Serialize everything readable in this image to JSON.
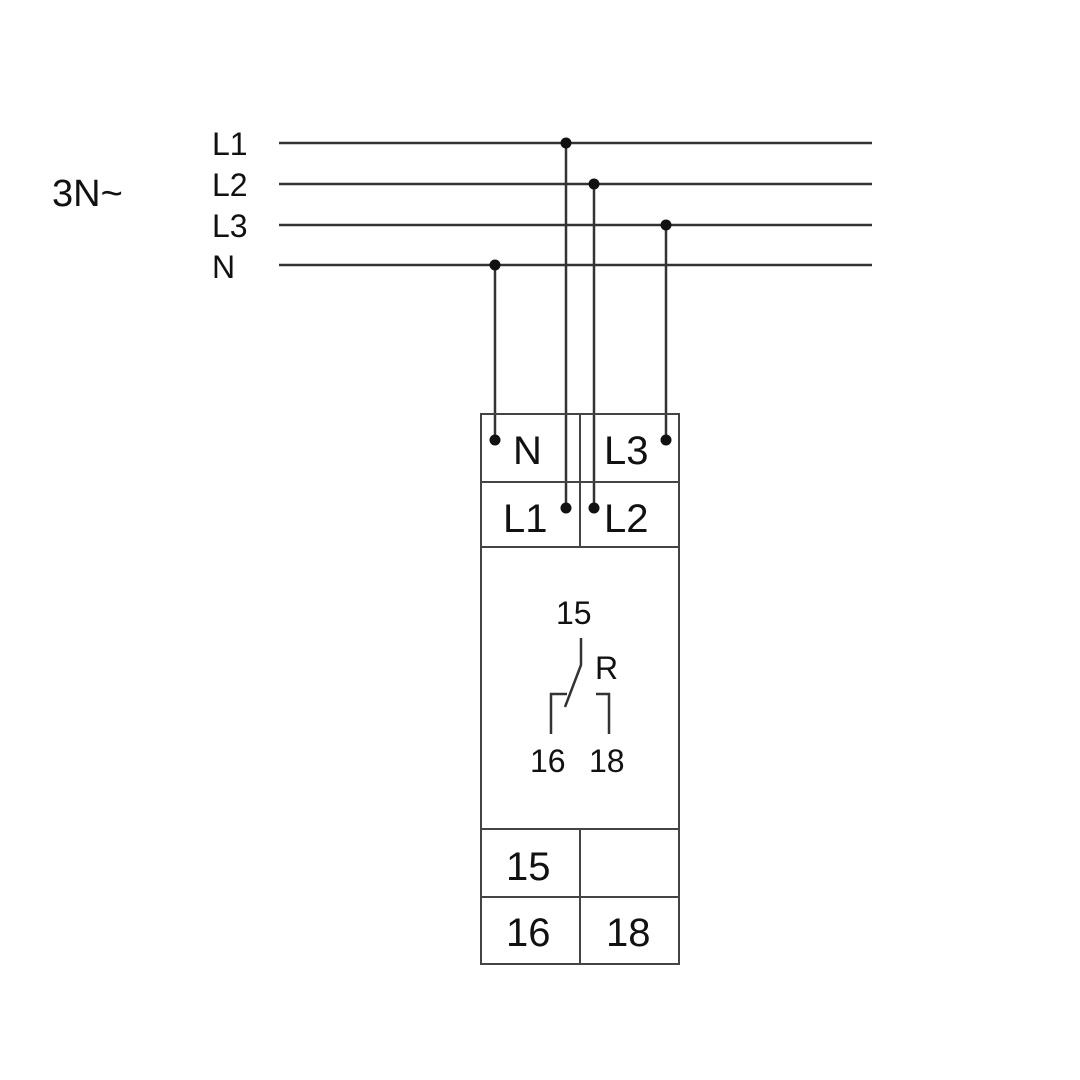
{
  "supply": {
    "label": "3N~",
    "lines": [
      "L1",
      "L2",
      "L3",
      "N"
    ]
  },
  "device": {
    "top_terminals": {
      "n": "N",
      "l3": "L3",
      "l1": "L1",
      "l2": "L2"
    },
    "relay": {
      "common": "15",
      "name": "R",
      "nc": "16",
      "no": "18"
    },
    "bottom_terminals": {
      "t15": "15",
      "t16": "16",
      "t18": "18"
    }
  }
}
